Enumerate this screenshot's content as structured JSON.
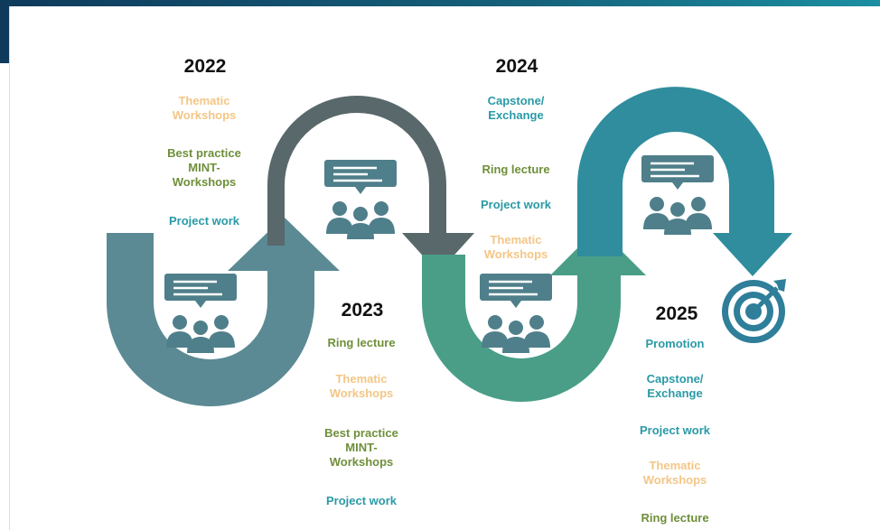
{
  "colors": {
    "arrow1": "#5b8a94",
    "arrow2": "#59686a",
    "arrow3": "#4a9e88",
    "arrow4": "#2f8d9d",
    "icon": "#4f7f8a",
    "thematic": "#f3c686",
    "best_practice": "#6f8f3a",
    "project": "#2a9aa6",
    "ring": "#6f8f3a",
    "capstone": "#2a9aa6"
  },
  "stages": [
    {
      "year": "2022",
      "items": [
        {
          "text": "Thematic\nWorkshops",
          "kind": "thematic"
        },
        {
          "text": "Best practice\nMINT-\nWorkshops",
          "kind": "best"
        },
        {
          "text": "Project work",
          "kind": "project"
        }
      ]
    },
    {
      "year": "2023",
      "items": [
        {
          "text": "Ring lecture",
          "kind": "ring"
        },
        {
          "text": "Thematic\nWorkshops",
          "kind": "thematic"
        },
        {
          "text": "Best practice\nMINT-\nWorkshops",
          "kind": "best"
        },
        {
          "text": "Project work",
          "kind": "project"
        }
      ]
    },
    {
      "year": "2024",
      "items": [
        {
          "text": "Capstone/\nExchange",
          "kind": "capstone"
        },
        {
          "text": "Ring lecture",
          "kind": "ring"
        },
        {
          "text": "Project work",
          "kind": "project"
        },
        {
          "text": "Thematic\nWorkshops",
          "kind": "thematic"
        }
      ]
    },
    {
      "year": "2025",
      "items": [
        {
          "text": "Promotion",
          "kind": "promotion"
        },
        {
          "text": "Capstone/\nExchange",
          "kind": "capstone"
        },
        {
          "text": "Project work",
          "kind": "project"
        },
        {
          "text": "Thematic\nWorkshops",
          "kind": "thematic"
        },
        {
          "text": "Ring lecture",
          "kind": "ring"
        }
      ]
    }
  ],
  "icons": [
    "meeting-icon",
    "meeting-icon",
    "meeting-icon",
    "meeting-icon",
    "target-icon"
  ]
}
